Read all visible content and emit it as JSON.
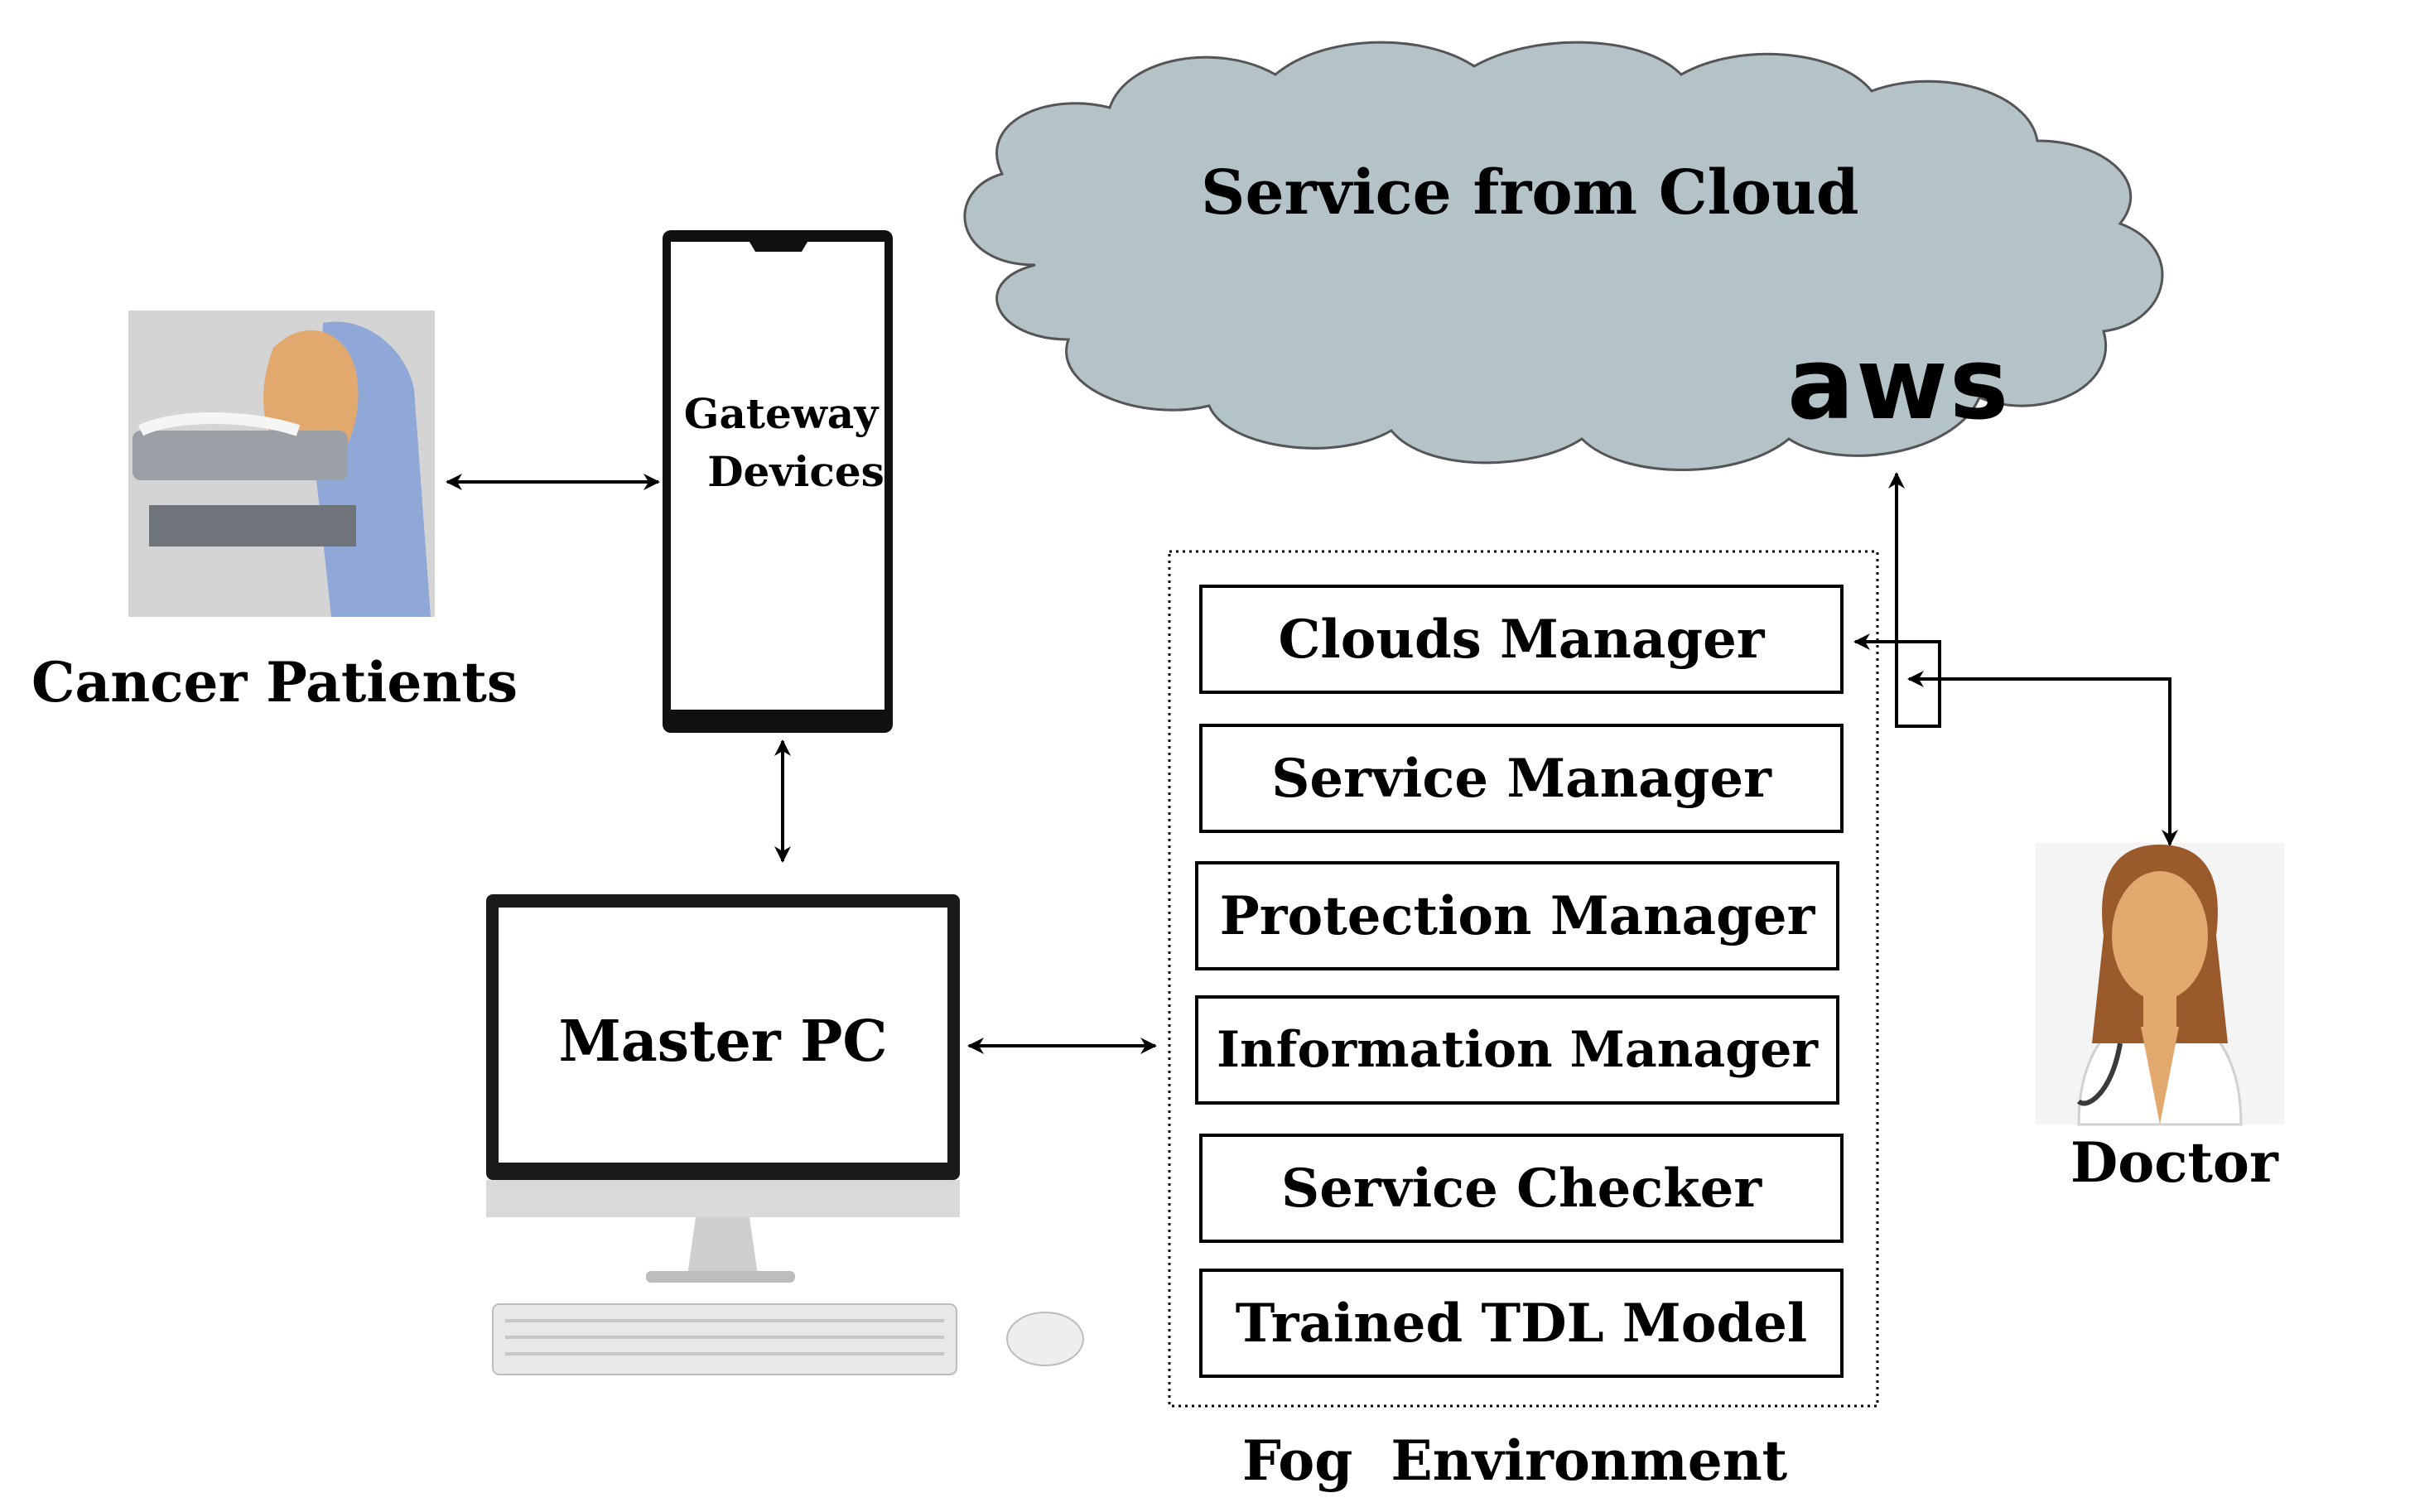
{
  "cloud": {
    "title": "Service from Cloud",
    "provider": "aws"
  },
  "patients": {
    "label": "Cancer Patients"
  },
  "gateway": {
    "line1": "Gateway",
    "line2": "Devices"
  },
  "master_pc": {
    "label": "Master PC"
  },
  "fog": {
    "label": "Fog  Environment",
    "managers": [
      "Clouds Manager",
      "Service Manager",
      "Protection Manager",
      "Information Manager",
      "Service Checker",
      "Trained TDL Model"
    ]
  },
  "doctor": {
    "label": "Doctor"
  },
  "colors": {
    "cloud_fill": "#b3c3c7",
    "cloud_stroke": "#555555",
    "skin": "#e2a96f",
    "hair": "#9a5a2b",
    "gown": "#8fa8d8"
  }
}
